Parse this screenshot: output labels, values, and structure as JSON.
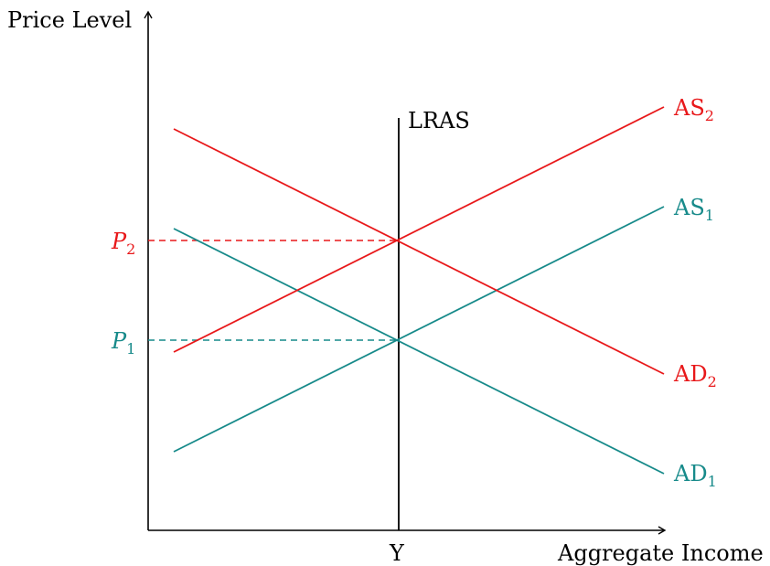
{
  "axes": {
    "y_label": "Price Level",
    "x_label": "Aggregate Income",
    "y_tick": "Y"
  },
  "curves": {
    "lras": {
      "label": "LRAS",
      "color": "#000000"
    },
    "as2": {
      "base": "AS",
      "sub": "2",
      "color": "#e8181a"
    },
    "as1": {
      "base": "AS",
      "sub": "1",
      "color": "#178a8a"
    },
    "ad2": {
      "base": "AD",
      "sub": "2",
      "color": "#e8181a"
    },
    "ad1": {
      "base": "AD",
      "sub": "1",
      "color": "#178a8a"
    }
  },
  "prices": {
    "p2": {
      "base": "P",
      "sub": "2",
      "color": "#e8181a"
    },
    "p1": {
      "base": "P",
      "sub": "1",
      "color": "#178a8a"
    }
  }
}
